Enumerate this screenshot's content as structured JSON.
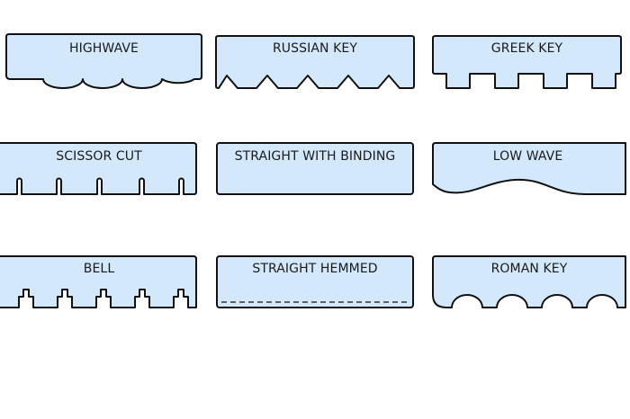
{
  "colors": {
    "fill": "#d4e8fb",
    "stroke": "#111111",
    "background": "#ffffff"
  },
  "styles": [
    {
      "id": "highwave",
      "label": "HIGHWAVE"
    },
    {
      "id": "russian-key",
      "label": "RUSSIAN KEY"
    },
    {
      "id": "greek-key",
      "label": "GREEK KEY"
    },
    {
      "id": "scissor-cut",
      "label": "SCISSOR CUT"
    },
    {
      "id": "straight-with-binding",
      "label": "STRAIGHT WITH BINDING"
    },
    {
      "id": "low-wave",
      "label": "LOW WAVE"
    },
    {
      "id": "bell",
      "label": "BELL"
    },
    {
      "id": "straight-hemmed",
      "label": "STRAIGHT HEMMED"
    },
    {
      "id": "roman-key",
      "label": "ROMAN KEY"
    }
  ]
}
